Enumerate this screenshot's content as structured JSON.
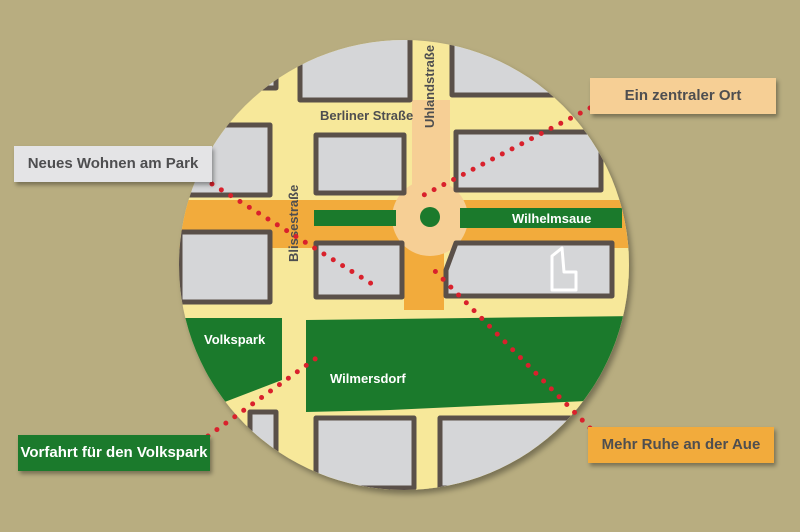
{
  "map": {
    "streets": {
      "berliner_strasse": "Berliner Straße",
      "uhlandstrasse": "Uhlandstraße",
      "blissestrasse": "Blissestraße"
    },
    "areas": {
      "wilhelmsaue": "Wilhelmsaue",
      "volkspark": "Volkspark",
      "wilmersdorf": "Wilmersdorf"
    }
  },
  "callouts": {
    "neues_wohnen": "Neues Wohnen am Park",
    "zentraler_ort": "Ein zentraler Ort",
    "volkspark": "Vorfahrt für den Volkspark",
    "ruhe_aue": "Mehr Ruhe an der Aue"
  },
  "colors": {
    "background": "#b8ad80",
    "street": "#f7e89a",
    "orange_zone": "#f2ab3c",
    "building_fill": "#d5d6d8",
    "building_border": "#5a5049",
    "park_green": "#1b7a2c",
    "dot_red": "#d9212c"
  },
  "icons": {
    "church": "church-icon"
  }
}
